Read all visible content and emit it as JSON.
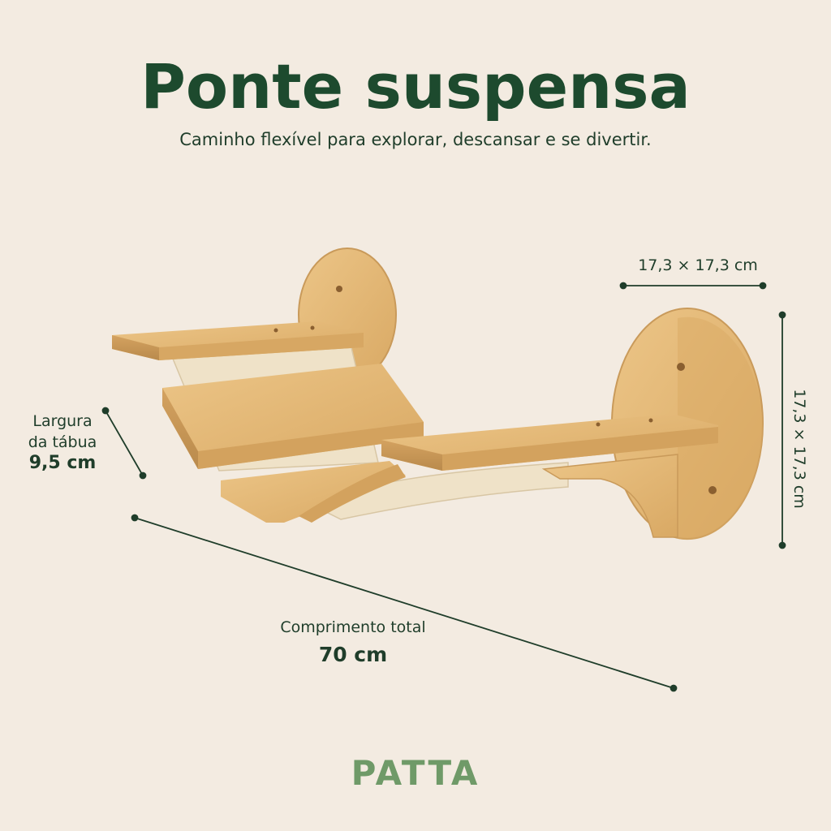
{
  "header": {
    "title": "Ponte suspensa",
    "subtitle": "Caminho flexível para explorar, descansar e se divertir."
  },
  "dimensions": {
    "top": "17,3 × 17,3 cm",
    "side": "17,3 × 17,3 cm",
    "width_label_line1": "Largura",
    "width_label_line2": "da tábua",
    "width_value": "9,5 cm",
    "length_label": "Comprimento total",
    "length_value": "70 cm"
  },
  "brand": {
    "name": "PATTA",
    "icon": "paw-icon"
  },
  "colors": {
    "background": "#f3ebe1",
    "title": "#1d4a2e",
    "wood": "#e3b877",
    "wood_dark": "#c99a5a",
    "canvas": "#efe2c8",
    "dimension_line": "#1f3d2a",
    "brand": "#6f9a68"
  }
}
